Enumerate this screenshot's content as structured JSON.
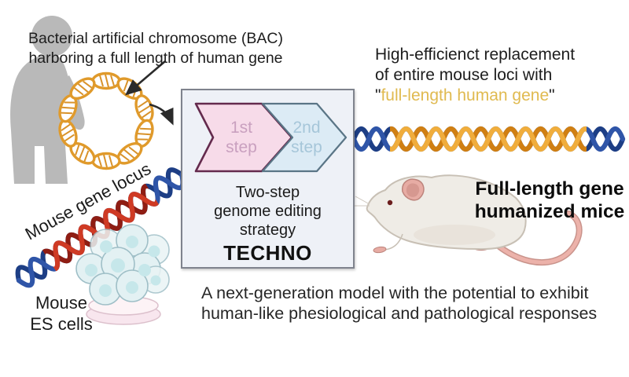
{
  "bac_label": {
    "line1": "Bacterial artificial chromosome (BAC)",
    "line2": "harboring a full length of human gene"
  },
  "headline": {
    "line1": "High-efficienct replacement",
    "line2": "of entire mouse loci with",
    "quote": "\"",
    "quoted_text": "full-length human gene"
  },
  "strategy_box": {
    "step1": {
      "line1": "1st",
      "line2": "step"
    },
    "step2": {
      "line1": "2nd",
      "line2": "step"
    },
    "caption": {
      "line1": "Two-step",
      "line2": "genome editing",
      "line3": "strategy"
    },
    "brand": "TECHNO"
  },
  "locus_label": "Mouse gene locus",
  "es_label": {
    "line1": "Mouse",
    "line2": "ES cells"
  },
  "result_label": {
    "line1": "Full-length gene",
    "line2": "humanized mice"
  },
  "footer": {
    "line1": "A next-generation model with the potential to exhibit",
    "line2": "human-like phesiological and pathological responses"
  },
  "icons": [
    "human-silhouette-icon",
    "bac-plasmid-icon",
    "pointer-arrow-icon",
    "curved-arrow-icon",
    "mouse-locus-helix-icon",
    "es-cells-icon",
    "humanized-gene-helix-icon",
    "mouse-icon",
    "step1-chevron",
    "step2-chevron"
  ],
  "colors": {
    "helix_navy": "#1d3e85",
    "helix_orange": "#e8951d",
    "locus_red": "#b3261a",
    "gold_text": "#e0ba50",
    "chevron_pink_fill": "#f7dbe9",
    "chevron_pink_border": "#642a4d",
    "chevron_blue_fill": "#dcebf5",
    "chevron_blue_border": "#5a7586",
    "box_bg": "#eef1f7",
    "box_border": "#7f838d",
    "silhouette_gray": "#b9b9b9",
    "cell_blue": "#e3f1f3",
    "dish_pink": "#f8e6ee",
    "mouse_body": "#efece6",
    "mouse_pink": "#ecb2aa"
  }
}
